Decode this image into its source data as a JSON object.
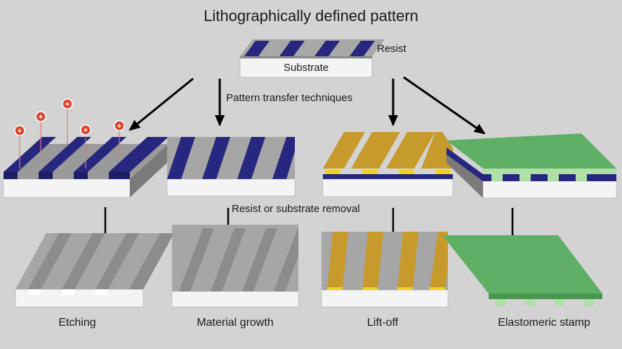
{
  "title": "Lithographically defined pattern",
  "labels": {
    "resist": "Resist",
    "substrate": "Substrate",
    "transfer": "Pattern transfer techniques",
    "removal": "Resist or substrate removal"
  },
  "captions": {
    "etching": "Etching",
    "growth": "Material growth",
    "liftoff": "Lift-off",
    "stamp": "Elastomeric stamp"
  },
  "ion_symbol": "+",
  "colors": {
    "background": "#d3d3d3",
    "resist": "#27277f",
    "substrate_top": "#f4f4f4",
    "gray_face": "#a6a6a6",
    "gold": "#c79a2c",
    "yellow": "#f2d11c",
    "green": "#5faf66",
    "light_green": "#aee0a8",
    "ion": "#d9412a"
  }
}
